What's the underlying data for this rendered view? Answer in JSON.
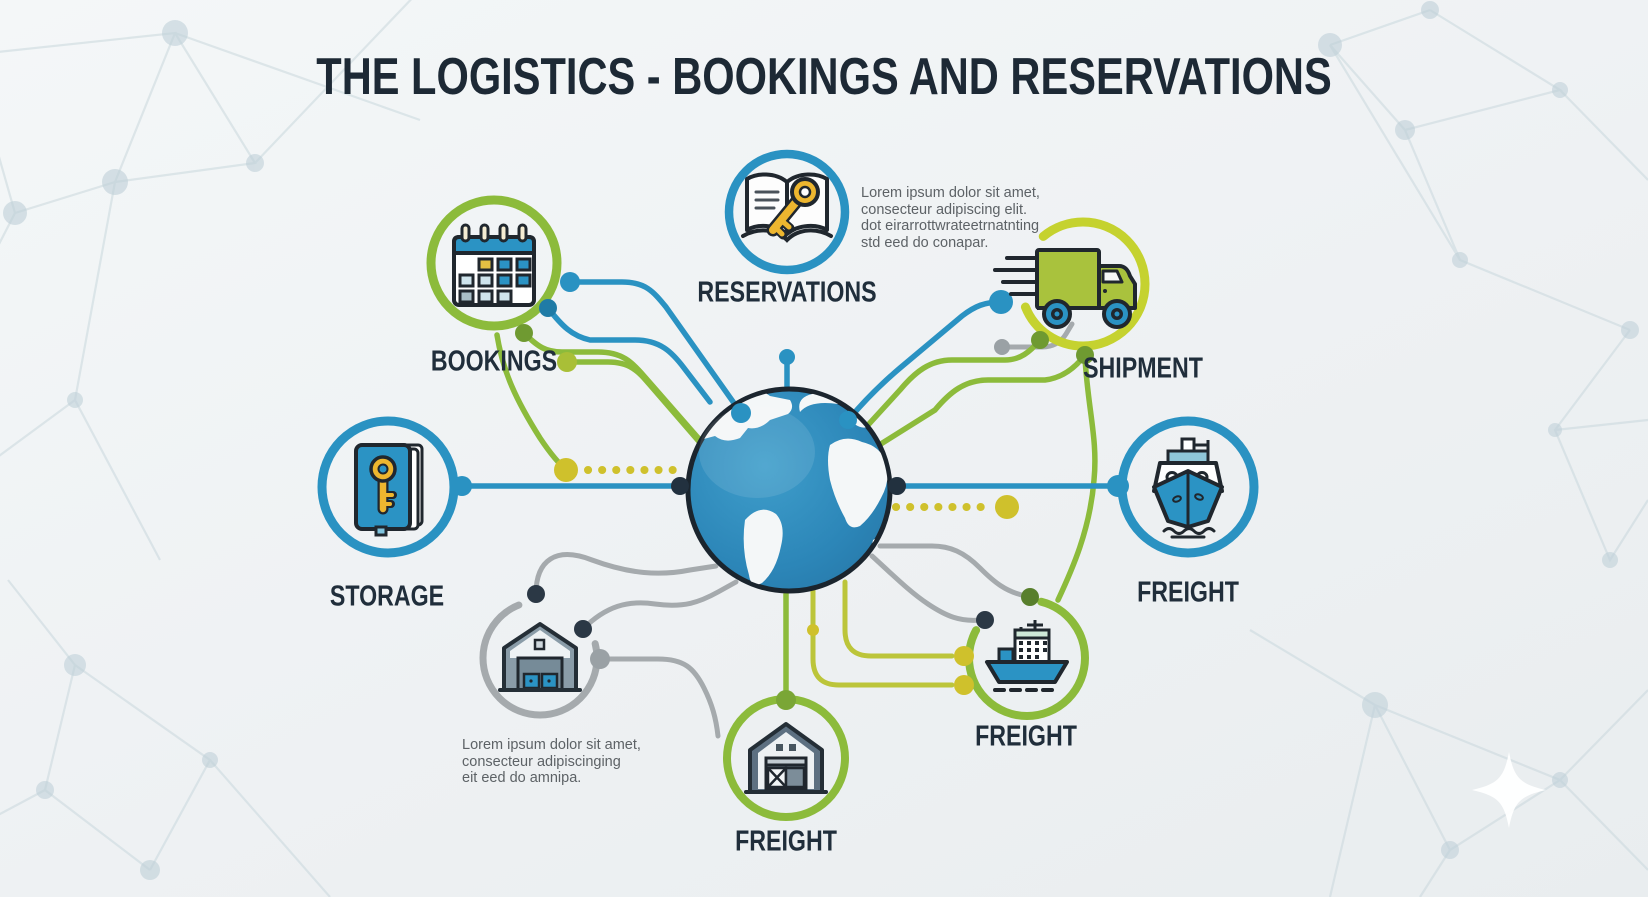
{
  "title": "THE LOGISTICS - BOOKINGS AND RESERVATIONS",
  "colors": {
    "blue": "#2a92c2",
    "green": "#8cbb3b",
    "lime": "#c5d22f",
    "yellow_dots": "#cfc12c",
    "gray_line": "#a5aaad",
    "navy": "#22313f",
    "globe_blue": "#2c86b8",
    "icon_yellow": "#edb62f",
    "background": "#eef1f3"
  },
  "center": {
    "icon": "globe-icon"
  },
  "nodes": [
    {
      "id": "reservations",
      "label": "RESERVATIONS",
      "icon": "open-book-key-icon",
      "ring_color": "#2a92c2"
    },
    {
      "id": "bookings",
      "label": "BOOKINGS",
      "icon": "calendar-icon",
      "ring_color": "#8cbb3b"
    },
    {
      "id": "shipment",
      "label": "SHIPMENT",
      "icon": "delivery-truck-icon",
      "ring_color": "#c5d22f"
    },
    {
      "id": "storage",
      "label": "STORAGE",
      "icon": "key-book-icon",
      "ring_color": "#2a92c2"
    },
    {
      "id": "freight-sea",
      "label": "FREIGHT",
      "icon": "ship-bow-icon",
      "ring_color": "#2a92c2"
    },
    {
      "id": "freight-vessel",
      "label": "FREIGHT",
      "icon": "cargo-vessel-icon",
      "ring_color": "#8cbb3b"
    },
    {
      "id": "freight-warehouse",
      "label": "FREIGHT",
      "icon": "warehouse-icon",
      "ring_color": "#8cbb3b"
    },
    {
      "id": "warehouse",
      "label": "",
      "icon": "warehouse-door-icon",
      "ring_color": "#a5aaad"
    }
  ],
  "annotations": {
    "top": {
      "lines": [
        "Lorem ipsum dolor sit amet,",
        "consecteur adipiscing elit.",
        "dot eirarrottwrateetrnatnting",
        "std eed do conapar."
      ]
    },
    "bottom": {
      "lines": [
        "Lorem ipsum dolor sit amet,",
        "consecteur adipiscinging",
        "eit eed do amnipa."
      ]
    }
  }
}
